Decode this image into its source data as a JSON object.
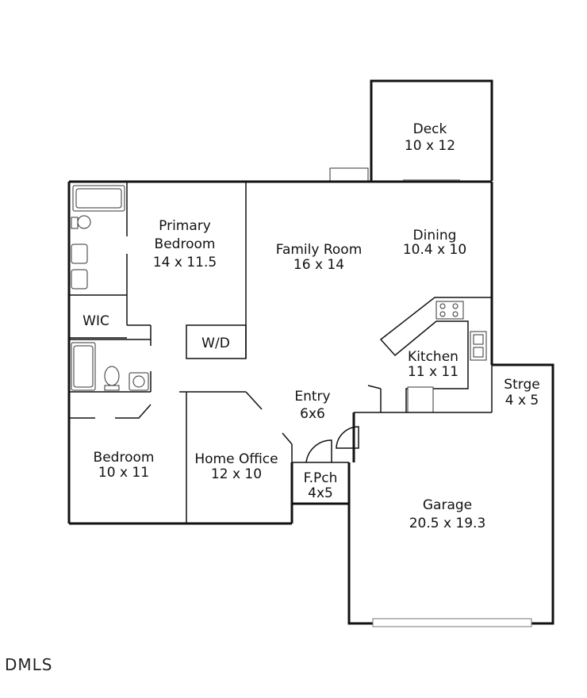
{
  "rooms": {
    "deck": {
      "name": "Deck",
      "size": "10 x 12"
    },
    "primary_bedroom": {
      "name_line1": "Primary",
      "name_line2": "Bedroom",
      "size": "14 x 11.5"
    },
    "family_room": {
      "name": "Family Room",
      "size": "16 x 14"
    },
    "dining": {
      "name": "Dining",
      "size": "10.4 x 10"
    },
    "wic": {
      "name": "WIC"
    },
    "wd": {
      "name": "W/D"
    },
    "kitchen": {
      "name": "Kitchen",
      "size": "11 x 11"
    },
    "storage": {
      "name": "Strge",
      "size": "4 x 5"
    },
    "entry": {
      "name": "Entry",
      "size": "6x6"
    },
    "bedroom": {
      "name": "Bedroom",
      "size": "10 x 11"
    },
    "home_office": {
      "name": "Home Office",
      "size": "12 x 10"
    },
    "front_porch": {
      "name": "F.Pch",
      "size": "4x5"
    },
    "garage": {
      "name": "Garage",
      "size": "20.5 x 19.3"
    }
  },
  "watermark": "DMLS"
}
